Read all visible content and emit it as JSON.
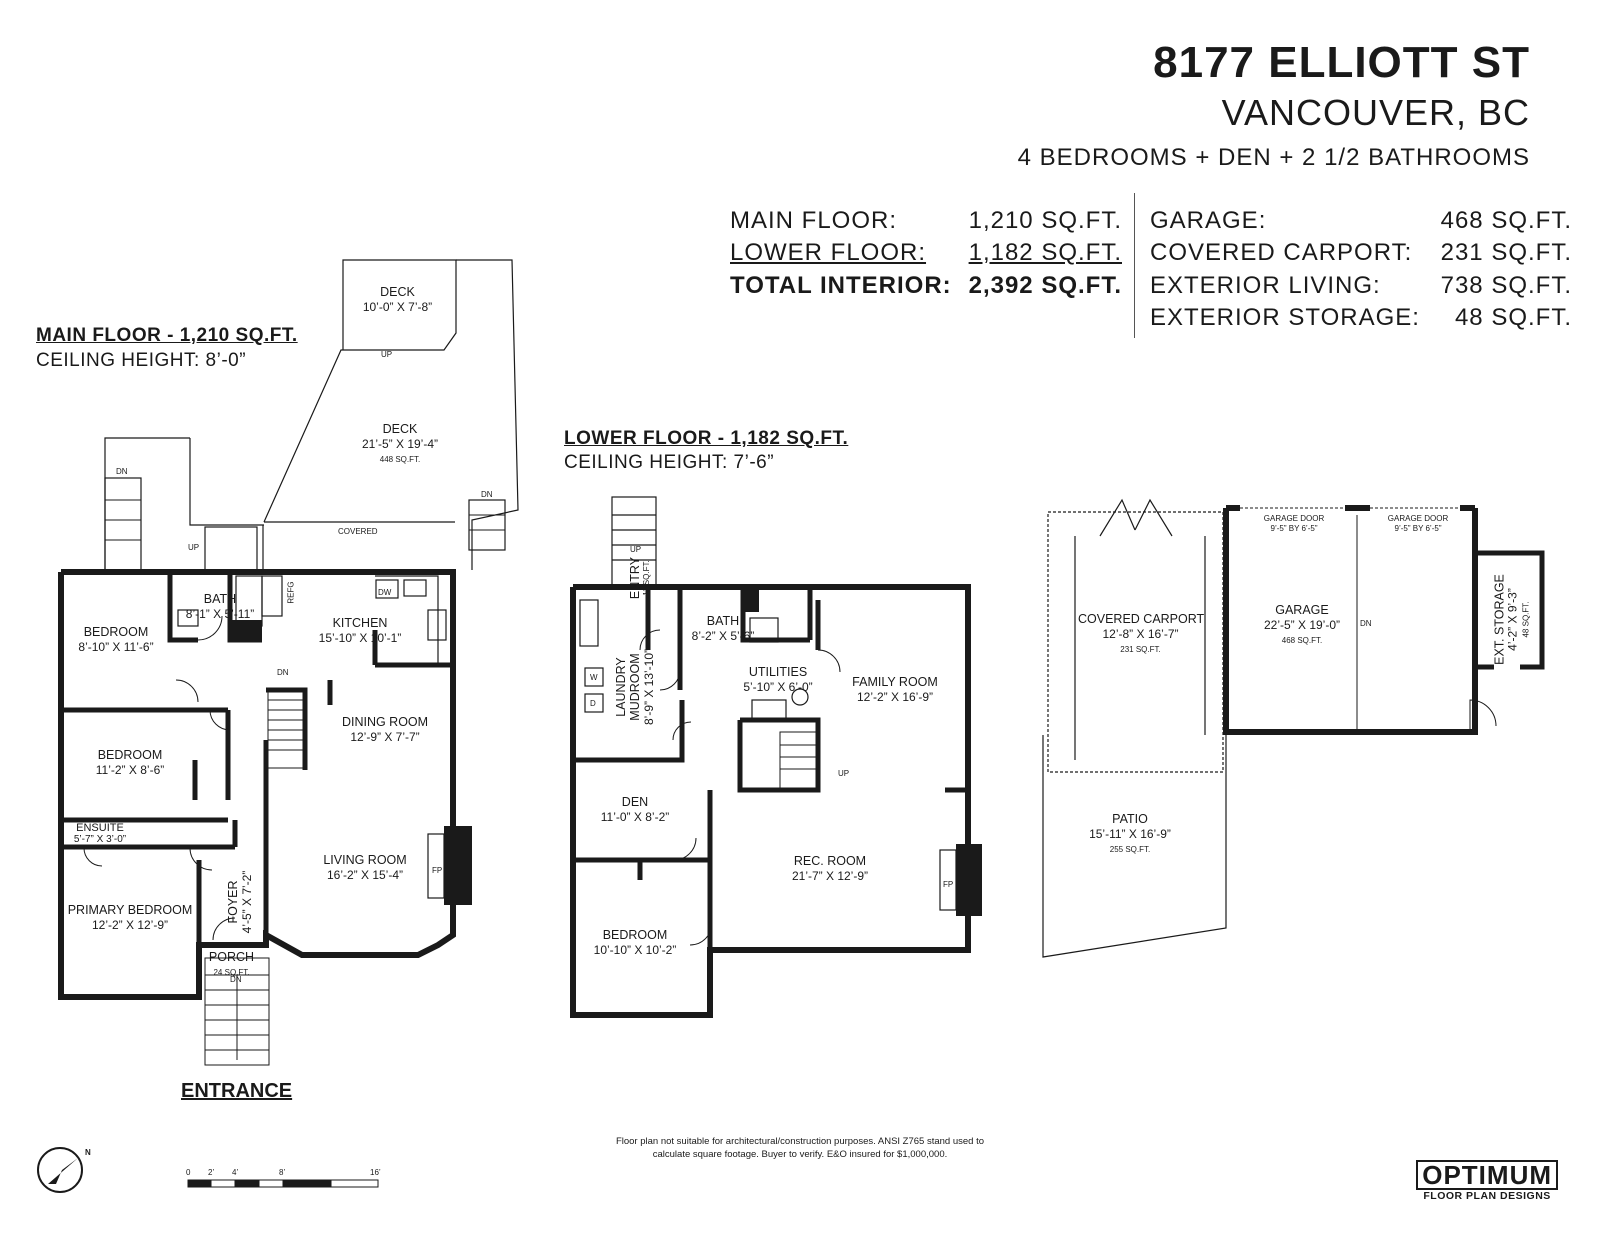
{
  "header": {
    "address_line1": "8177 ELLIOTT ST",
    "address_line2": "VANCOUVER, BC",
    "summary": "4 BEDROOMS + DEN + 2 1/2 BATHROOMS"
  },
  "areas_left": [
    {
      "label": "MAIN FLOOR:",
      "value": "1,210 SQ.FT."
    },
    {
      "label": "LOWER FLOOR:",
      "value": "1,182 SQ.FT."
    },
    {
      "label": "TOTAL INTERIOR:",
      "value": "2,392 SQ.FT."
    }
  ],
  "areas_right": [
    {
      "label": "GARAGE:",
      "value": "468 SQ.FT."
    },
    {
      "label": "COVERED CARPORT:",
      "value": "231 SQ.FT."
    },
    {
      "label": "EXTERIOR LIVING:",
      "value": "738 SQ.FT."
    },
    {
      "label": "EXTERIOR STORAGE:",
      "value": "48 SQ.FT."
    }
  ],
  "main_floor": {
    "title": "MAIN FLOOR - 1,210 SQ.FT.",
    "ceiling": "CEILING HEIGHT: 8’-0”",
    "rooms": {
      "deck_upper": {
        "name": "DECK",
        "dim": "10’-0” X 7’-8”"
      },
      "deck": {
        "name": "DECK",
        "dim": "21’-5” X 19’-4”",
        "sq": "448 SQ.FT."
      },
      "bath": {
        "name": "BATH",
        "dim": "8’-1” X 5’-11”"
      },
      "bedroom1": {
        "name": "BEDROOM",
        "dim": "8’-10” X 11’-6”"
      },
      "kitchen": {
        "name": "KITCHEN",
        "dim": "15’-10” X 10’-1”"
      },
      "dining": {
        "name": "DINING ROOM",
        "dim": "12’-9” X 7’-7”"
      },
      "bedroom2": {
        "name": "BEDROOM",
        "dim": "11’-2” X 8’-6”"
      },
      "ensuite": {
        "name": "ENSUITE",
        "dim": "5’-7” X 3’-0”"
      },
      "living": {
        "name": "LIVING ROOM",
        "dim": "16’-2” X 15’-4”"
      },
      "primary": {
        "name": "PRIMARY BEDROOM",
        "dim": "12’-2” X 12’-9”"
      },
      "foyer": {
        "name": "FOYER",
        "dim": "4’-5” X 7’-2”"
      },
      "porch": {
        "name": "PORCH",
        "sq": "24 SQ.FT."
      }
    },
    "labels": {
      "dn": "DN",
      "up": "UP",
      "covered": "COVERED",
      "refg": "REFG",
      "dw": "DW",
      "fp": "FP"
    },
    "entrance": "ENTRANCE"
  },
  "lower_floor": {
    "title": "LOWER FLOOR - 1,182 SQ.FT.",
    "ceiling": "CEILING HEIGHT: 7’-6”",
    "rooms": {
      "entry": {
        "name": "ENTRY",
        "sq": "11 SQ.FT."
      },
      "laundry": {
        "name": "LAUNDRY",
        "name2": "MUDROOM",
        "dim": "8’-9” X 13’-10”"
      },
      "bath": {
        "name": "BATH",
        "dim": "8’-2” X 5’-6”"
      },
      "utilities": {
        "name": "UTILITIES",
        "dim": "5’-10” X 6’-0”"
      },
      "family": {
        "name": "FAMILY ROOM",
        "dim": "12’-2” X 16’-9”"
      },
      "den": {
        "name": "DEN",
        "dim": "11’-0” X 8’-2”"
      },
      "rec": {
        "name": "REC. ROOM",
        "dim": "21’-7” X 12’-9”"
      },
      "bedroom": {
        "name": "BEDROOM",
        "dim": "10’-10” X 10’-2”"
      }
    },
    "labels": {
      "up": "UP",
      "w": "W",
      "d": "D",
      "fp": "FP"
    }
  },
  "outbuildings": {
    "carport": {
      "name": "COVERED CARPORT",
      "dim": "12’-8” X 16’-7”",
      "sq": "231 SQ.FT."
    },
    "garage": {
      "name": "GARAGE",
      "dim": "22’-5” X 19’-0”",
      "sq": "468 SQ.FT.",
      "dn": "DN"
    },
    "garage_door1": {
      "name": "GARAGE DOOR",
      "dim": "9’-5” BY 6’-5”"
    },
    "garage_door2": {
      "name": "GARAGE DOOR",
      "dim": "9’-5” BY 6’-5”"
    },
    "storage": {
      "name": "EXT. STORAGE",
      "dim": "4’-2” X 9’-3”",
      "sq": "48 SQ.FT."
    },
    "patio": {
      "name": "PATIO",
      "dim": "15’-11” X 16’-9”",
      "sq": "255 SQ.FT."
    }
  },
  "scale": {
    "ticks": [
      "0",
      "2’",
      "4’",
      "8’",
      "16’"
    ]
  },
  "compass": {
    "label": "N"
  },
  "disclaimer": {
    "line1": "Floor plan not suitable for architectural/construction purposes. ANSI Z765 stand used to",
    "line2": "calculate square footage. Buyer to verify.  E&O insured for $1,000,000."
  },
  "logo": {
    "name": "OPTIMUM",
    "tagline": "FLOOR PLAN DESIGNS"
  }
}
